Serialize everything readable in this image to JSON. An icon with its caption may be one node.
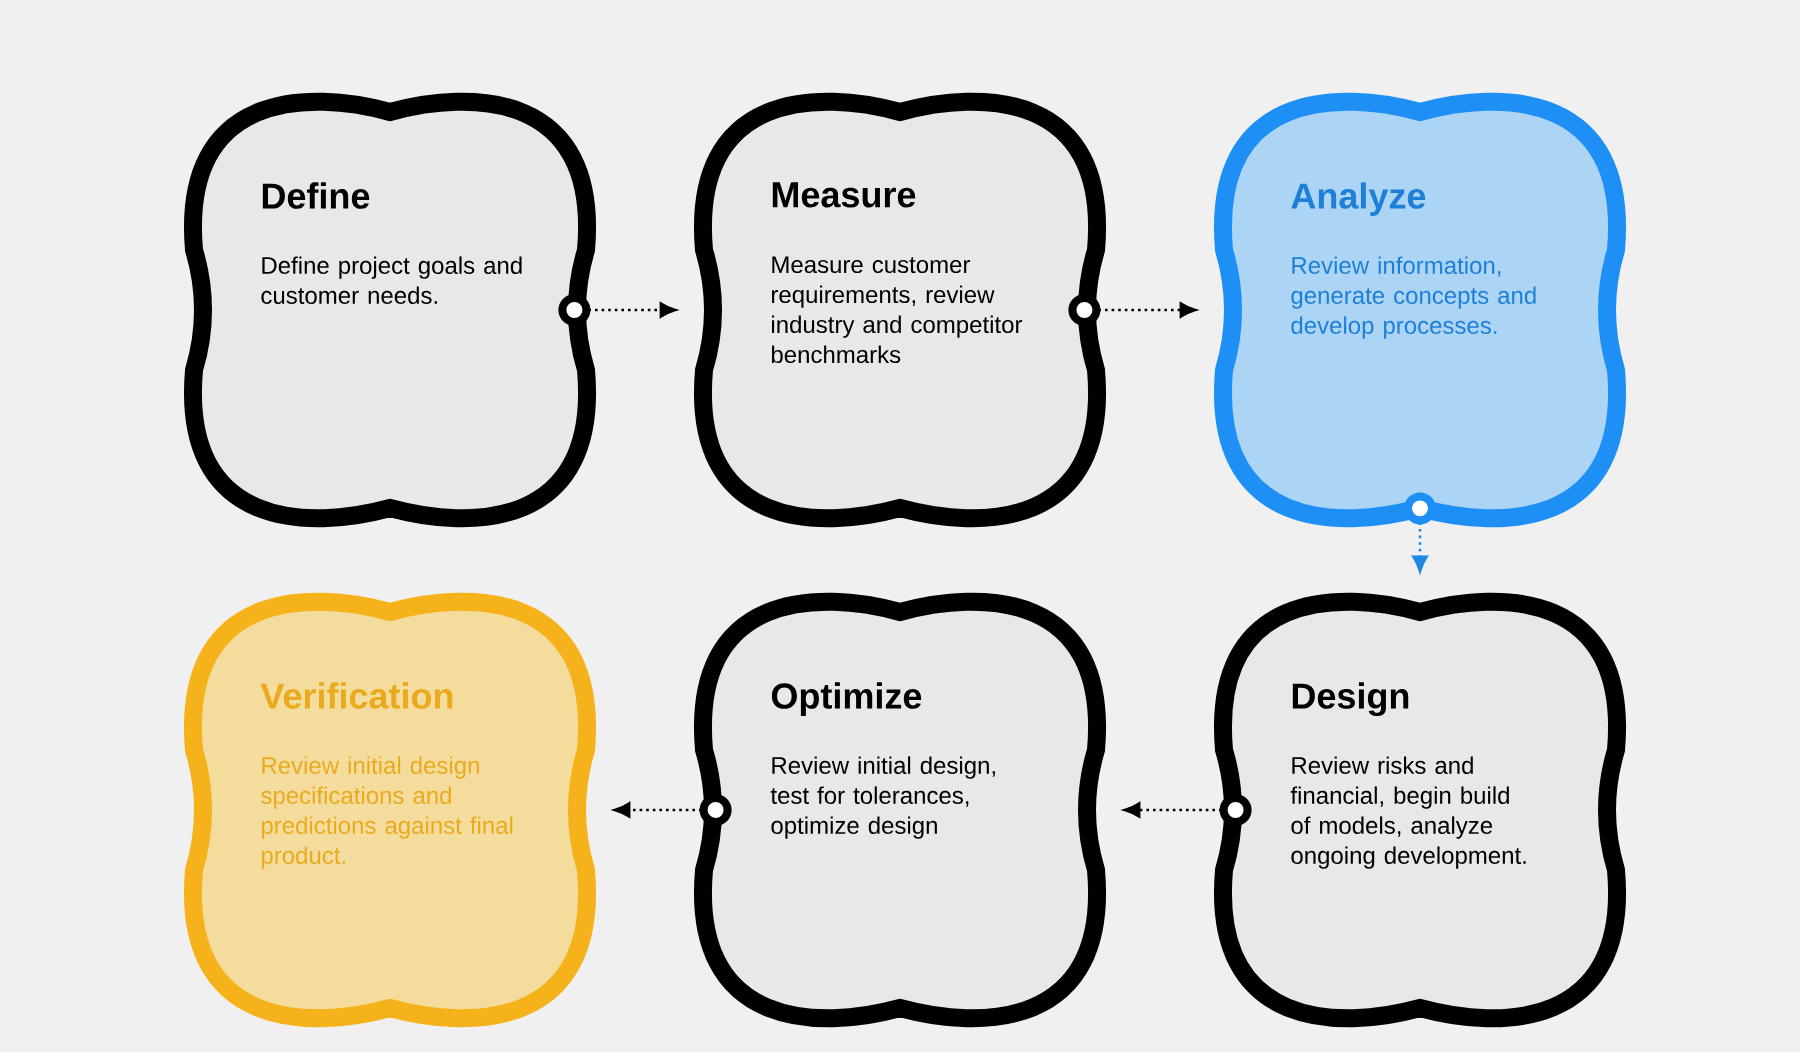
{
  "diagram": {
    "nodes": [
      {
        "text": [
          "Define",
          "Define project goals and customer needs."
        ]
      },
      {
        "text": [
          "Measure",
          "Measure customer requirements, review industry and competitor benchmarks"
        ]
      },
      {
        "text": [
          "Analyze",
          "Review information, generate concepts and develop processes."
        ]
      },
      {
        "text": [
          "Design",
          "Review risks and financial, begin build of models, analyze ongoing development."
        ]
      },
      {
        "text": [
          "Optimize",
          "Review initial design, test for tolerances, optimize design"
        ]
      },
      {
        "text": [
          "Verification",
          "Review initial design specifications and predictions against final product."
        ]
      }
    ],
    "edges": [
      {
        "from": 0,
        "to": 1,
        "arrow": "to"
      },
      {
        "from": 1,
        "to": 2,
        "arrow": "to"
      },
      {
        "from": 2,
        "to": 3,
        "arrow": "to",
        "color": "#1e88e5"
      },
      {
        "from": 3,
        "to": 4,
        "arrow": "to"
      },
      {
        "from": 4,
        "to": 5,
        "arrow": "to"
      }
    ]
  }
}
